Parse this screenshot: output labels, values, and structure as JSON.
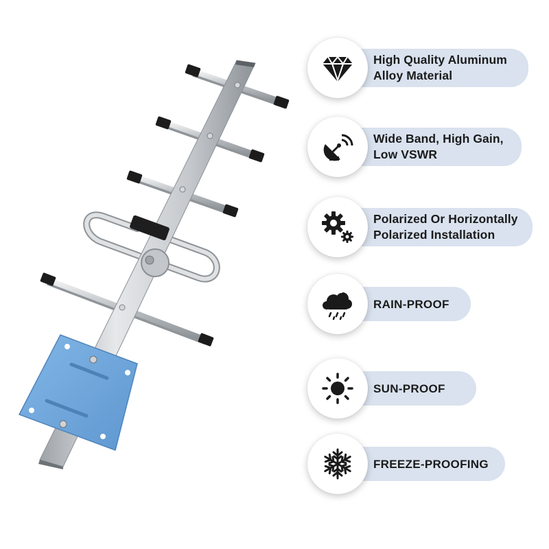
{
  "colors": {
    "pill_background": "#d9e2ee",
    "icon": "#1a1a1a",
    "mount_plate": "#6fa6dc",
    "aluminum": "#c9ccd0"
  },
  "features": [
    {
      "icon": "diamond-icon",
      "text": "High Quality Aluminum\nAlloy Material"
    },
    {
      "icon": "satellite-dish-icon",
      "text": "Wide Band, High Gain,\nLow VSWR"
    },
    {
      "icon": "gears-icon",
      "text": "Polarized Or Horizontally\nPolarized Installation"
    },
    {
      "icon": "rain-cloud-icon",
      "text": "RAIN-PROOF"
    },
    {
      "icon": "sun-icon",
      "text": "SUN-PROOF"
    },
    {
      "icon": "snowflake-icon",
      "text": "FREEZE-PROOFING"
    }
  ]
}
